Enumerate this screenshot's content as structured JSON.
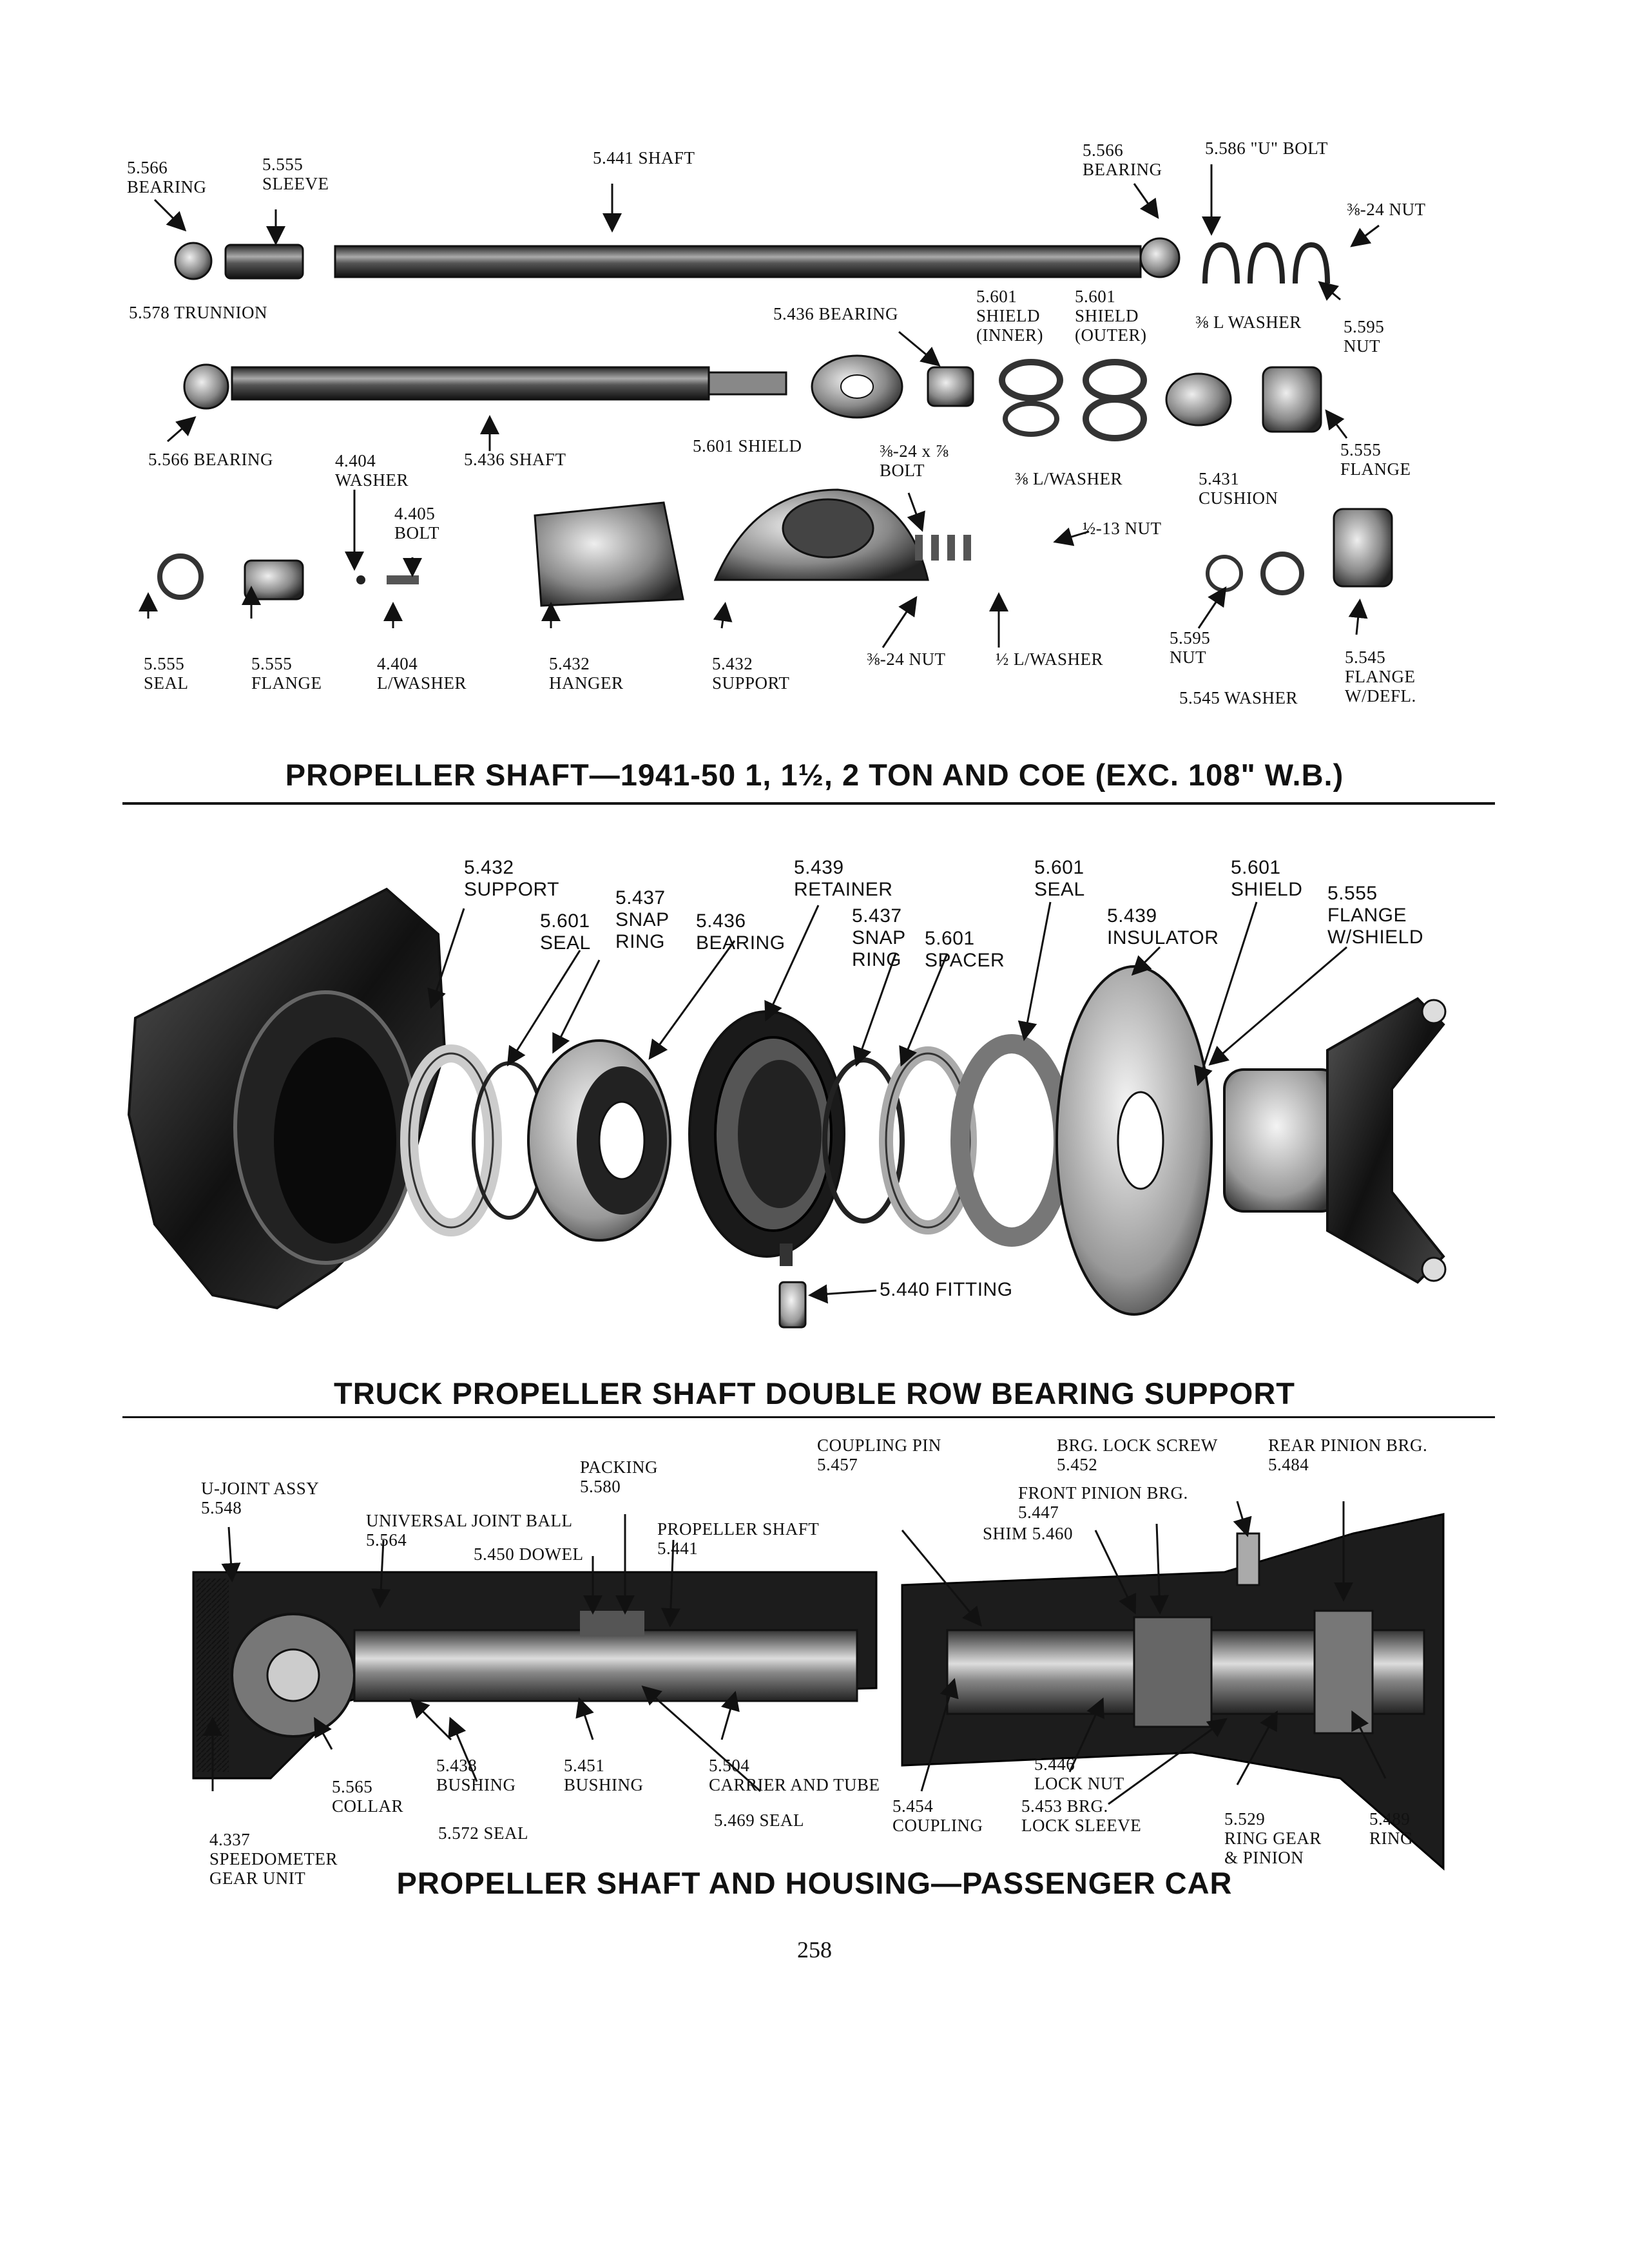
{
  "page_number": "258",
  "sections": [
    {
      "title": "PROPELLER SHAFT—1941-50 1, 1½, 2 TON AND COE (EXC. 108\" W.B.)",
      "labels": [
        "5.566\nBEARING",
        "5.555\nSLEEVE",
        "5.441 SHAFT",
        "5.566\nBEARING",
        "5.586 \"U\" BOLT",
        "⅜-24 NUT",
        "5.578 TRUNNION",
        "5.436 BEARING",
        "5.601\nSHIELD\n(INNER)",
        "5.601\nSHIELD\n(OUTER)",
        "⅜ L WASHER",
        "5.595\nNUT",
        "5.566 BEARING",
        "4.404\nWASHER",
        "5.436 SHAFT",
        "5.601 SHIELD",
        "⅜-24 x ⅞\nBOLT",
        "⅜ L/WASHER",
        "5.431\nCUSHION",
        "5.555\nFLANGE",
        "4.405\nBOLT",
        "½-13 NUT",
        "5.555\nSEAL",
        "5.555\nFLANGE",
        "4.404\nL/WASHER",
        "5.432\nHANGER",
        "5.432\nSUPPORT",
        "⅜-24 NUT",
        "½ L/WASHER",
        "5.595\nNUT",
        "5.545\nFLANGE\nW/DEFL.",
        "5.545 WASHER"
      ]
    },
    {
      "title": "TRUCK PROPELLER SHAFT DOUBLE ROW BEARING SUPPORT",
      "labels": [
        "5.432\nSUPPORT",
        "5.437\nSNAP\nRING",
        "5.601\nSEAL",
        "5.436\nBEARING",
        "5.439\nRETAINER",
        "5.437\nSNAP\nRING",
        "5.601\nSPACER",
        "5.601\nSEAL",
        "5.439\nINSULATOR",
        "5.601\nSHIELD",
        "5.555\nFLANGE\nW/SHIELD",
        "5.440 FITTING"
      ]
    },
    {
      "title": "PROPELLER SHAFT AND HOUSING—PASSENGER CAR",
      "labels": [
        "U-JOINT ASSY\n5.548",
        "PACKING\n5.580",
        "UNIVERSAL JOINT BALL\n5.564",
        "5.450 DOWEL",
        "PROPELLER SHAFT\n5.441",
        "COUPLING PIN\n5.457",
        "BRG. LOCK SCREW\n5.452",
        "REAR PINION BRG.\n5.484",
        "FRONT PINION BRG.\n5.447",
        "SHIM 5.460",
        "5.438\nBUSHING",
        "5.451\nBUSHING",
        "5.504\nCARRIER AND TUBE",
        "5.565\nCOLLAR",
        "5.572 SEAL",
        "5.469 SEAL",
        "5.454\nCOUPLING",
        "5.446\nLOCK NUT",
        "5.453 BRG.\nLOCK SLEEVE",
        "5.529\nRING GEAR\n& PINION",
        "5.489\nRING",
        "4.337\nSPEEDOMETER\nGEAR UNIT"
      ]
    }
  ]
}
